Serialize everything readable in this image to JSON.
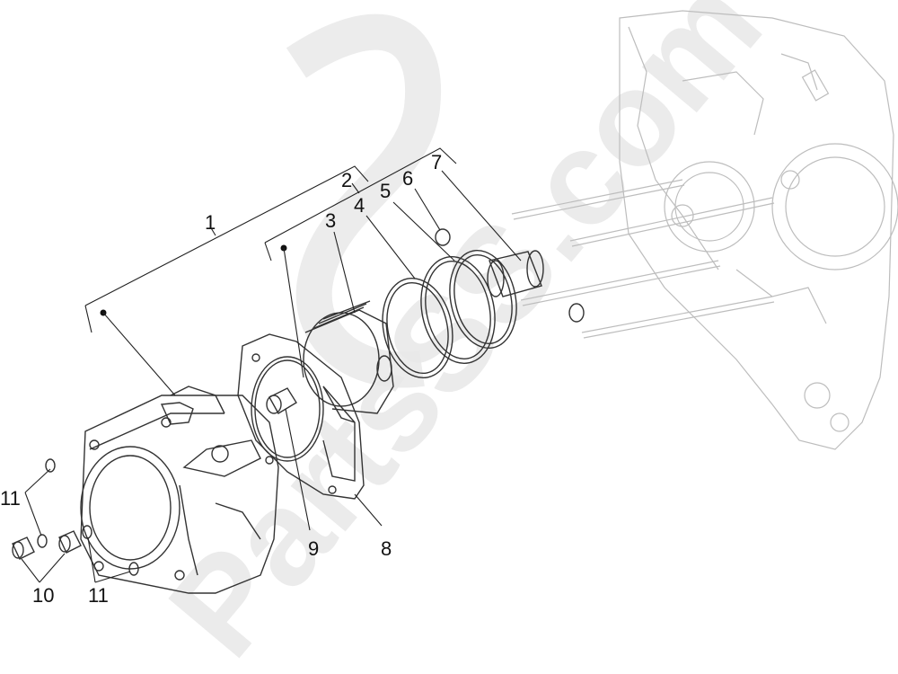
{
  "watermark": {
    "text": "PartsSS.com"
  },
  "callouts": [
    {
      "id": "1",
      "text": "1"
    },
    {
      "id": "2",
      "text": "2"
    },
    {
      "id": "3",
      "text": "3"
    },
    {
      "id": "4",
      "text": "4"
    },
    {
      "id": "5",
      "text": "5"
    },
    {
      "id": "6",
      "text": "6"
    },
    {
      "id": "7",
      "text": "7"
    },
    {
      "id": "8",
      "text": "8"
    },
    {
      "id": "9",
      "text": "9"
    },
    {
      "id": "10",
      "text": "10"
    },
    {
      "id": "11a",
      "text": "11"
    },
    {
      "id": "11b",
      "text": "11"
    }
  ],
  "parts": {
    "cylinder": "cylinder",
    "piston": "piston",
    "piston_rings": "piston-rings",
    "gudgeon_pin": "gudgeon-pin",
    "circlips": "circlips",
    "head_gasket": "head-gasket",
    "base_gasket": "base-gasket",
    "crankcase": "crankcase"
  }
}
